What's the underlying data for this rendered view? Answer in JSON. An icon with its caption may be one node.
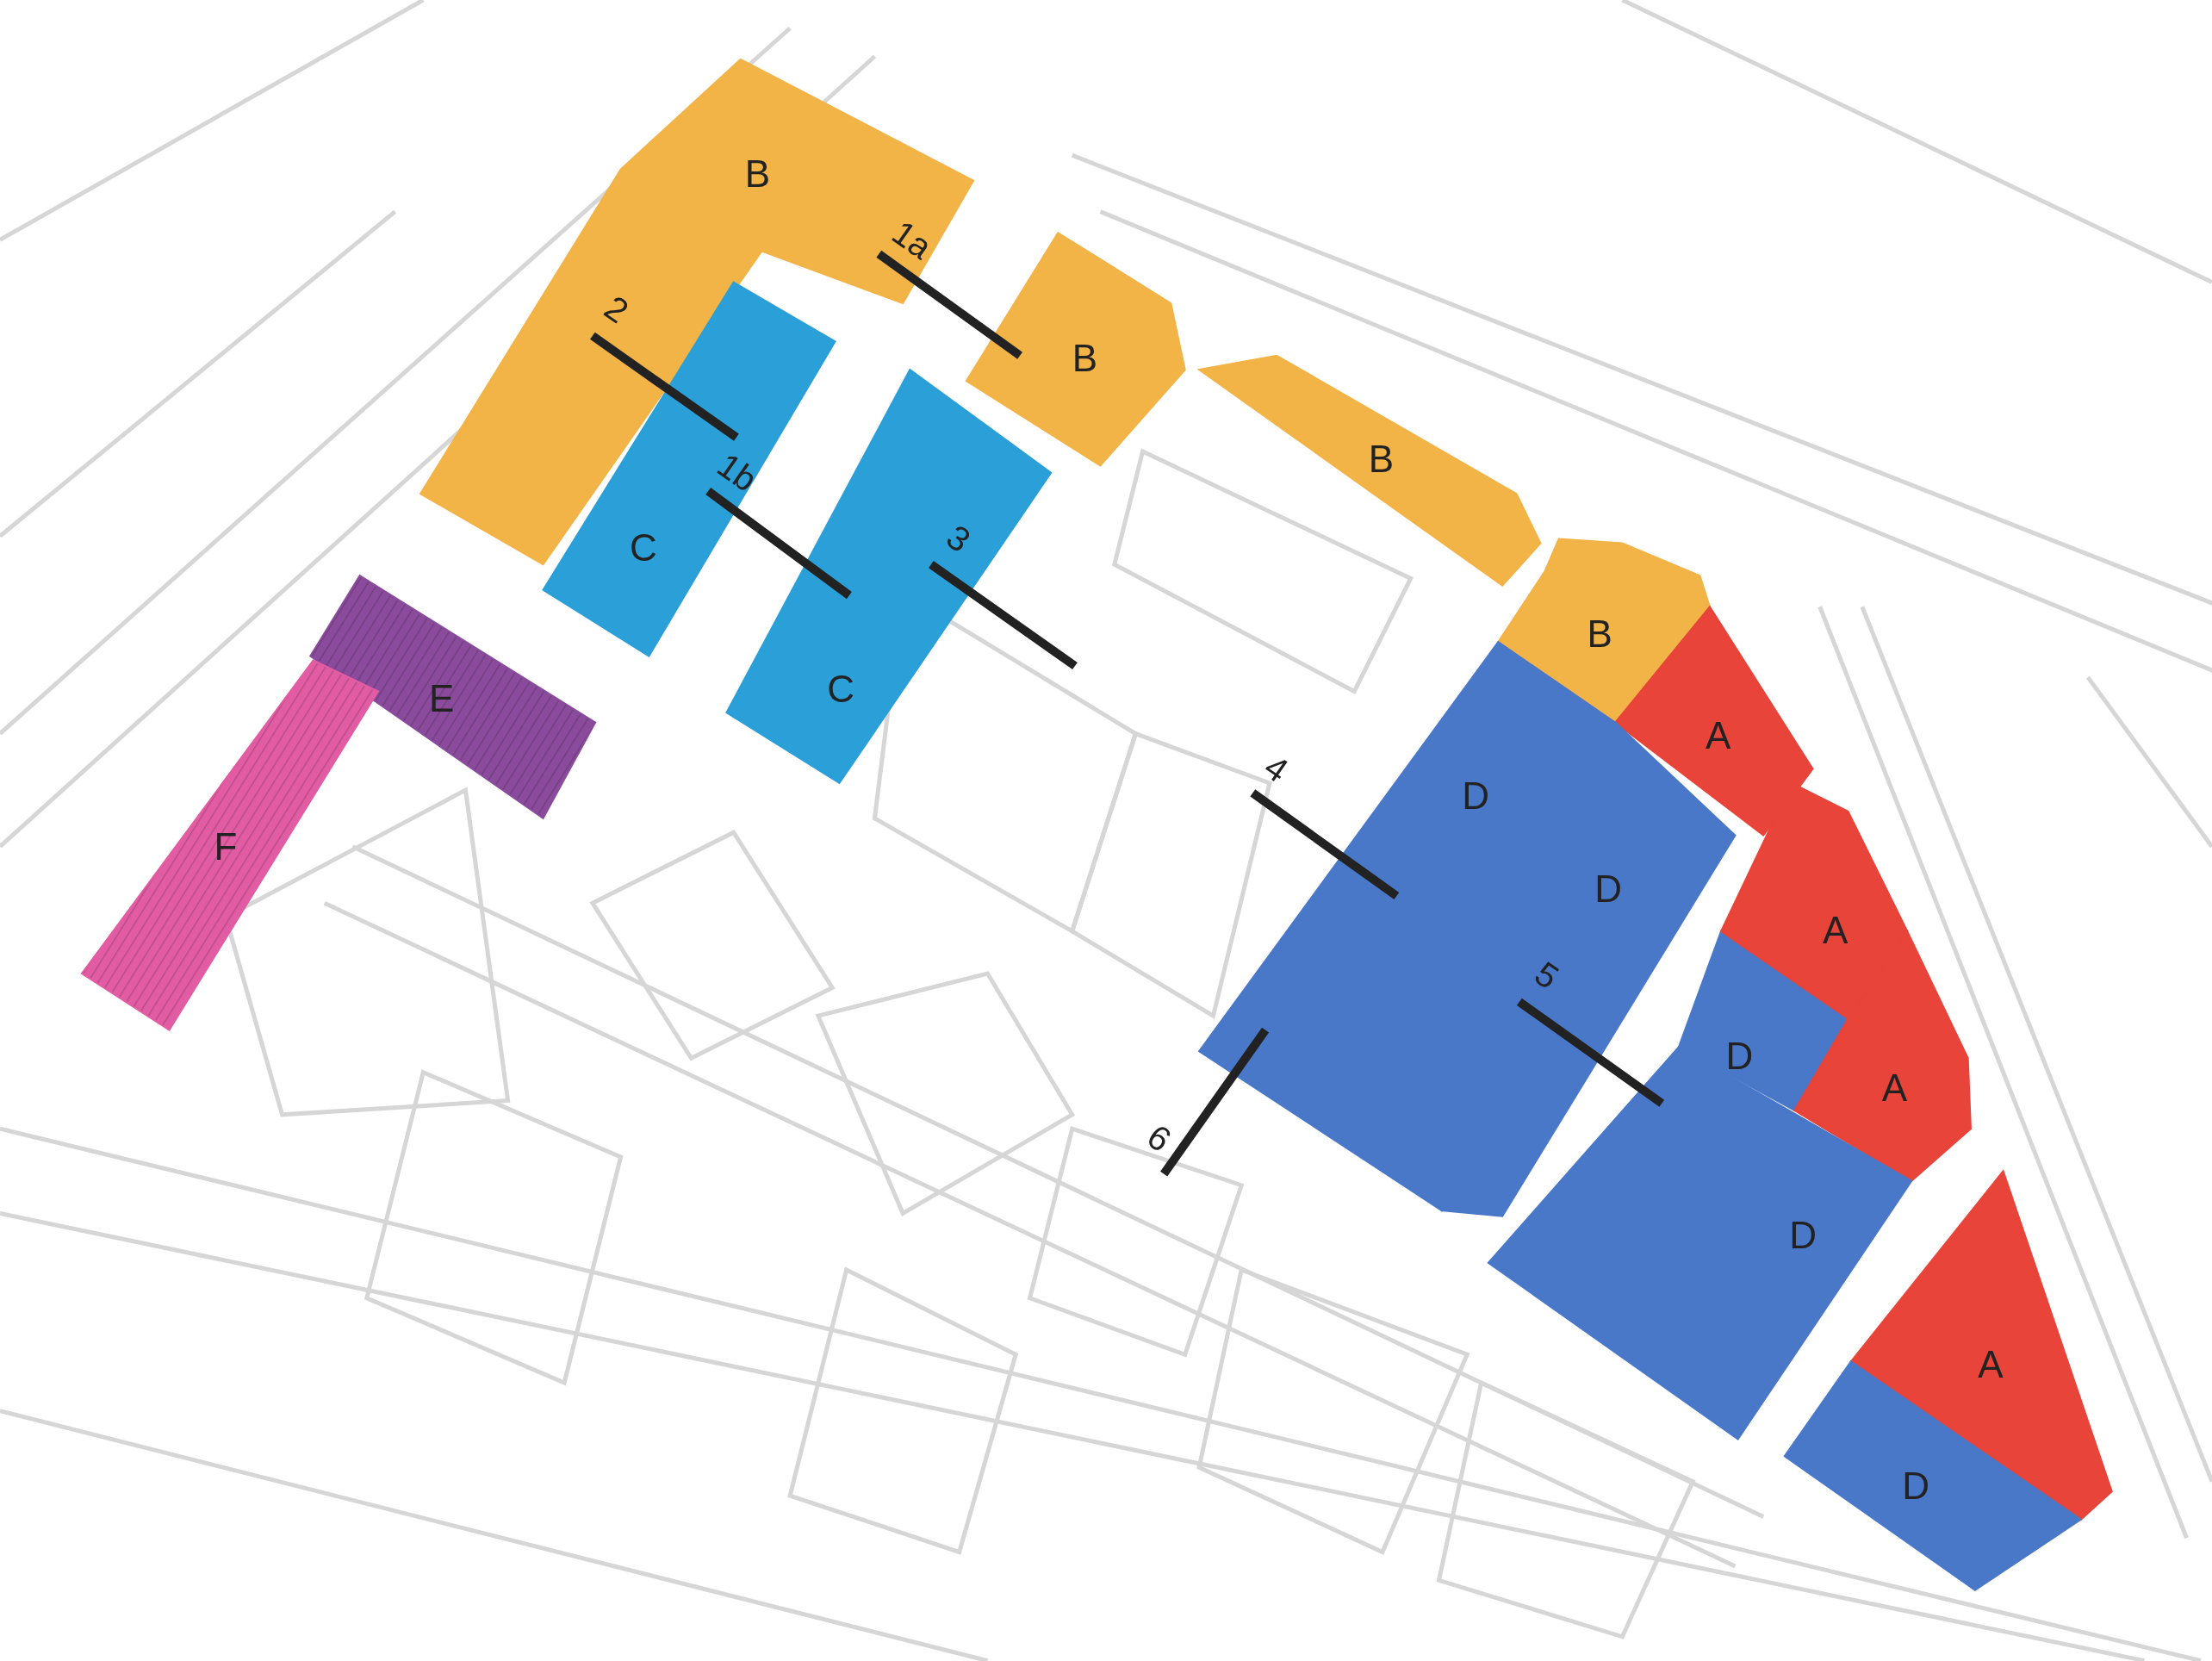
{
  "diagram": {
    "nodes": [
      {
        "text": [
          "B"
        ]
      },
      {
        "text": [
          "B"
        ]
      },
      {
        "text": [
          "B"
        ]
      },
      {
        "text": [
          "B"
        ]
      },
      {
        "text": [
          "C"
        ]
      },
      {
        "text": [
          "C"
        ]
      },
      {
        "text": [
          "E"
        ]
      },
      {
        "text": [
          "F"
        ]
      },
      {
        "text": [
          "A"
        ]
      },
      {
        "text": [
          "D"
        ]
      },
      {
        "text": [
          "D"
        ]
      },
      {
        "text": [
          "A"
        ]
      },
      {
        "text": [
          "D"
        ]
      },
      {
        "text": [
          "A"
        ]
      },
      {
        "text": [
          "D"
        ]
      },
      {
        "text": [
          "A"
        ]
      },
      {
        "text": [
          "D"
        ]
      }
    ],
    "labels": [
      "1a",
      "2",
      "1b",
      "3",
      "4",
      "5",
      "6"
    ]
  }
}
